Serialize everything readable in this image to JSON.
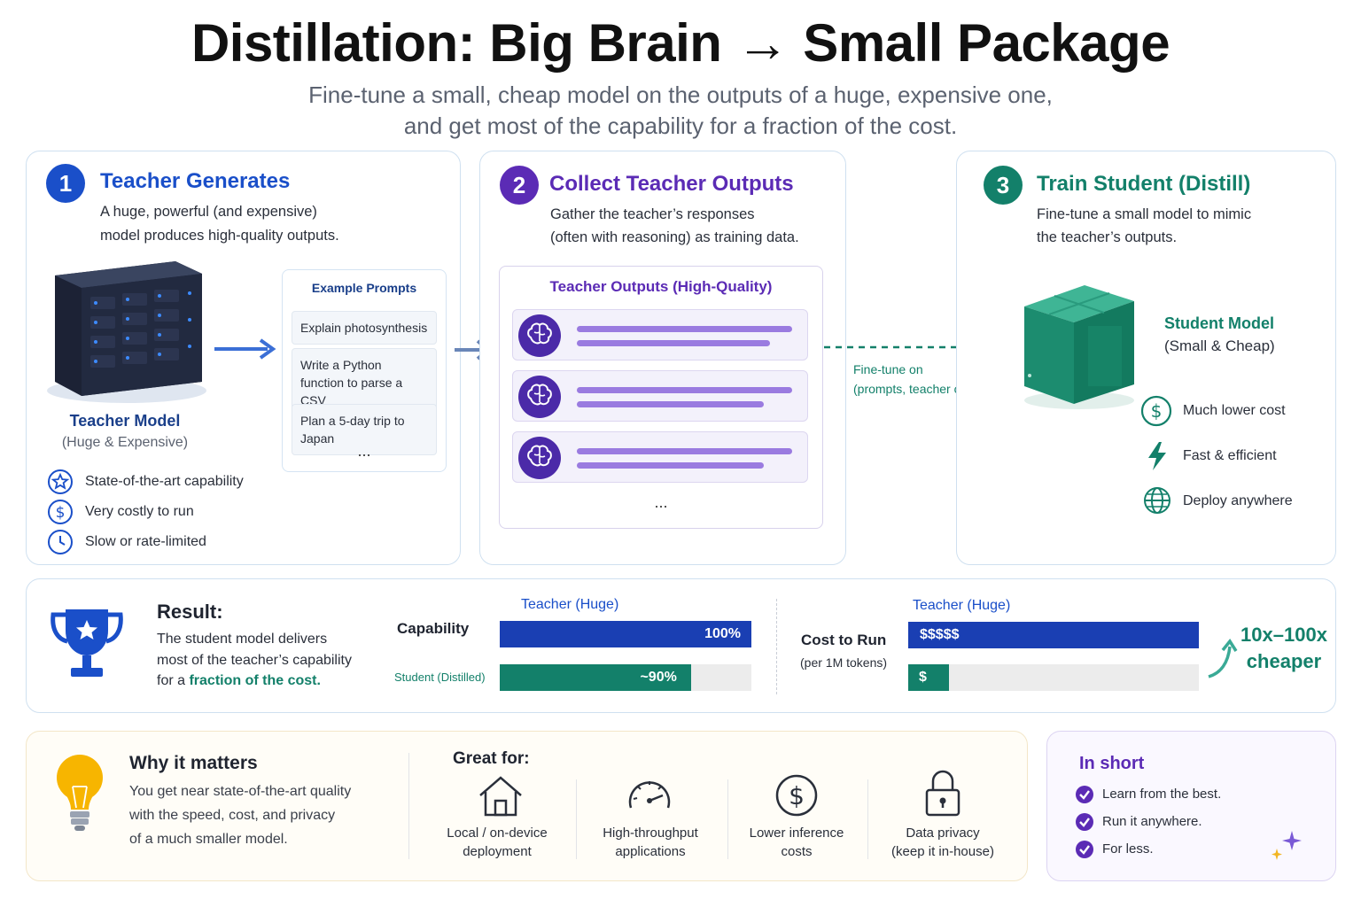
{
  "header": {
    "title": "Distillation: Big Brain → Small Package",
    "subtitle_line1": "Fine-tune a small, cheap model on the outputs of a huge, expensive one,",
    "subtitle_line2": "and get most of the capability for a fraction of the cost."
  },
  "step1": {
    "number": "1",
    "title": "Teacher Generates",
    "desc_line1": "A huge, powerful (and expensive)",
    "desc_line2": "model produces high-quality outputs.",
    "model_name": "Teacher Model",
    "model_sub": "(Huge & Expensive)",
    "prompts_title": "Example Prompts",
    "prompts": [
      "Explain photosynthesis",
      "Write a Python function to parse a CSV",
      "Plan a 5-day trip to Japan"
    ],
    "prompts_more": "...",
    "features": [
      {
        "icon": "star-badge-icon",
        "label": "State-of-the-art capability"
      },
      {
        "icon": "dollar-icon",
        "label": "Very costly to run"
      },
      {
        "icon": "clock-icon",
        "label": "Slow or rate-limited"
      }
    ],
    "color": "#1a4fc9"
  },
  "step2": {
    "number": "2",
    "title": "Collect Teacher Outputs",
    "desc_line1": "Gather the teacher’s responses",
    "desc_line2": "(often with reasoning) as training data.",
    "outputs_title": "Teacher Outputs (High-Quality)",
    "outputs_more": "...",
    "arrow_label_line1": "Fine-tune on",
    "arrow_label_line2": "(prompts, teacher outputs)",
    "color": "#5b2bb5"
  },
  "step3": {
    "number": "3",
    "title": "Train Student (Distill)",
    "desc_line1": "Fine-tune a small model to mimic",
    "desc_line2": "the teacher’s outputs.",
    "model_name": "Student Model",
    "model_sub": "(Small & Cheap)",
    "features": [
      {
        "icon": "dollar-icon",
        "label": "Much lower cost"
      },
      {
        "icon": "lightning-icon",
        "label": "Fast & efficient"
      },
      {
        "icon": "globe-icon",
        "label": "Deploy anywhere"
      }
    ],
    "color": "#13806a"
  },
  "result": {
    "title": "Result:",
    "line1": "The student model delivers",
    "line2": "most of the teacher’s capability",
    "line3_prefix": "for a ",
    "line3_highlight": "fraction of the cost.",
    "capability": {
      "label": "Capability",
      "teacher_label": "Teacher (Huge)",
      "teacher_value": "100%",
      "teacher_fraction": 1.0,
      "student_label": "Student (Distilled)",
      "student_value": "~90%",
      "student_fraction": 0.76
    },
    "cost": {
      "label": "Cost to Run",
      "sublabel": "(per 1M tokens)",
      "teacher_label": "Teacher (Huge)",
      "teacher_value": "$$$$$",
      "teacher_fraction": 1.0,
      "student_value": "$",
      "student_fraction": 0.14
    },
    "savings_line1": "10x–100x",
    "savings_line2": "cheaper"
  },
  "why": {
    "title": "Why it matters",
    "line1": "You get near state-of-the-art quality",
    "line2": "with the speed, cost, and privacy",
    "line3": "of a much smaller model."
  },
  "great_for": {
    "title": "Great for:",
    "items": [
      {
        "icon": "house-icon",
        "line1": "Local / on-device",
        "line2": "deployment"
      },
      {
        "icon": "gauge-icon",
        "line1": "High-throughput",
        "line2": "applications"
      },
      {
        "icon": "coin-icon",
        "line1": "Lower inference",
        "line2": "costs"
      },
      {
        "icon": "lock-icon",
        "line1": "Data privacy",
        "line2": "(keep it in-house)"
      }
    ]
  },
  "in_short": {
    "title": "In short",
    "items": [
      "Learn from the best.",
      "Run it anywhere.",
      "For less."
    ]
  }
}
